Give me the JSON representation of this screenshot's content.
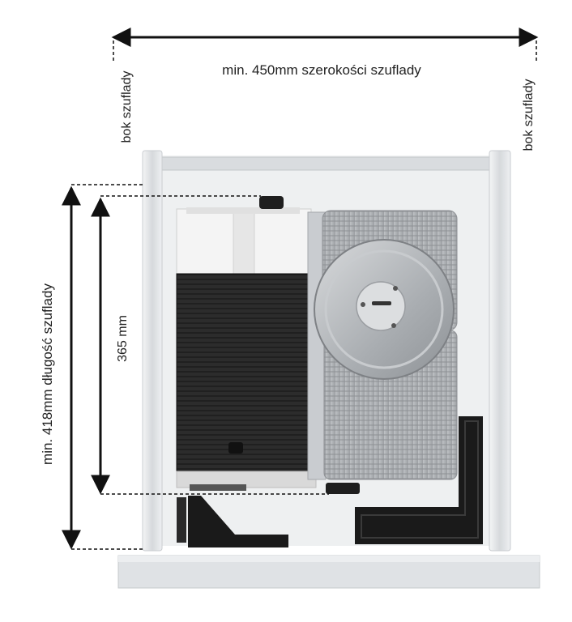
{
  "labels": {
    "drawer_width": "min. 450mm szerokości szuflady",
    "drawer_side_left": "bok szuflady",
    "drawer_side_right": "bok szuflady",
    "drawer_length": "min. 418mm długość szuflady",
    "slicer_length": "365 mm"
  },
  "colors": {
    "dimension_line": "#111111",
    "drawer_frame": "#e4e6e8",
    "slicer_housing": "#f2f2f2",
    "slicer_panel": "#2b2b2b",
    "blade": "#b9bcbf",
    "tray": "#a9acaf",
    "bracket": "#1a1a1a"
  }
}
